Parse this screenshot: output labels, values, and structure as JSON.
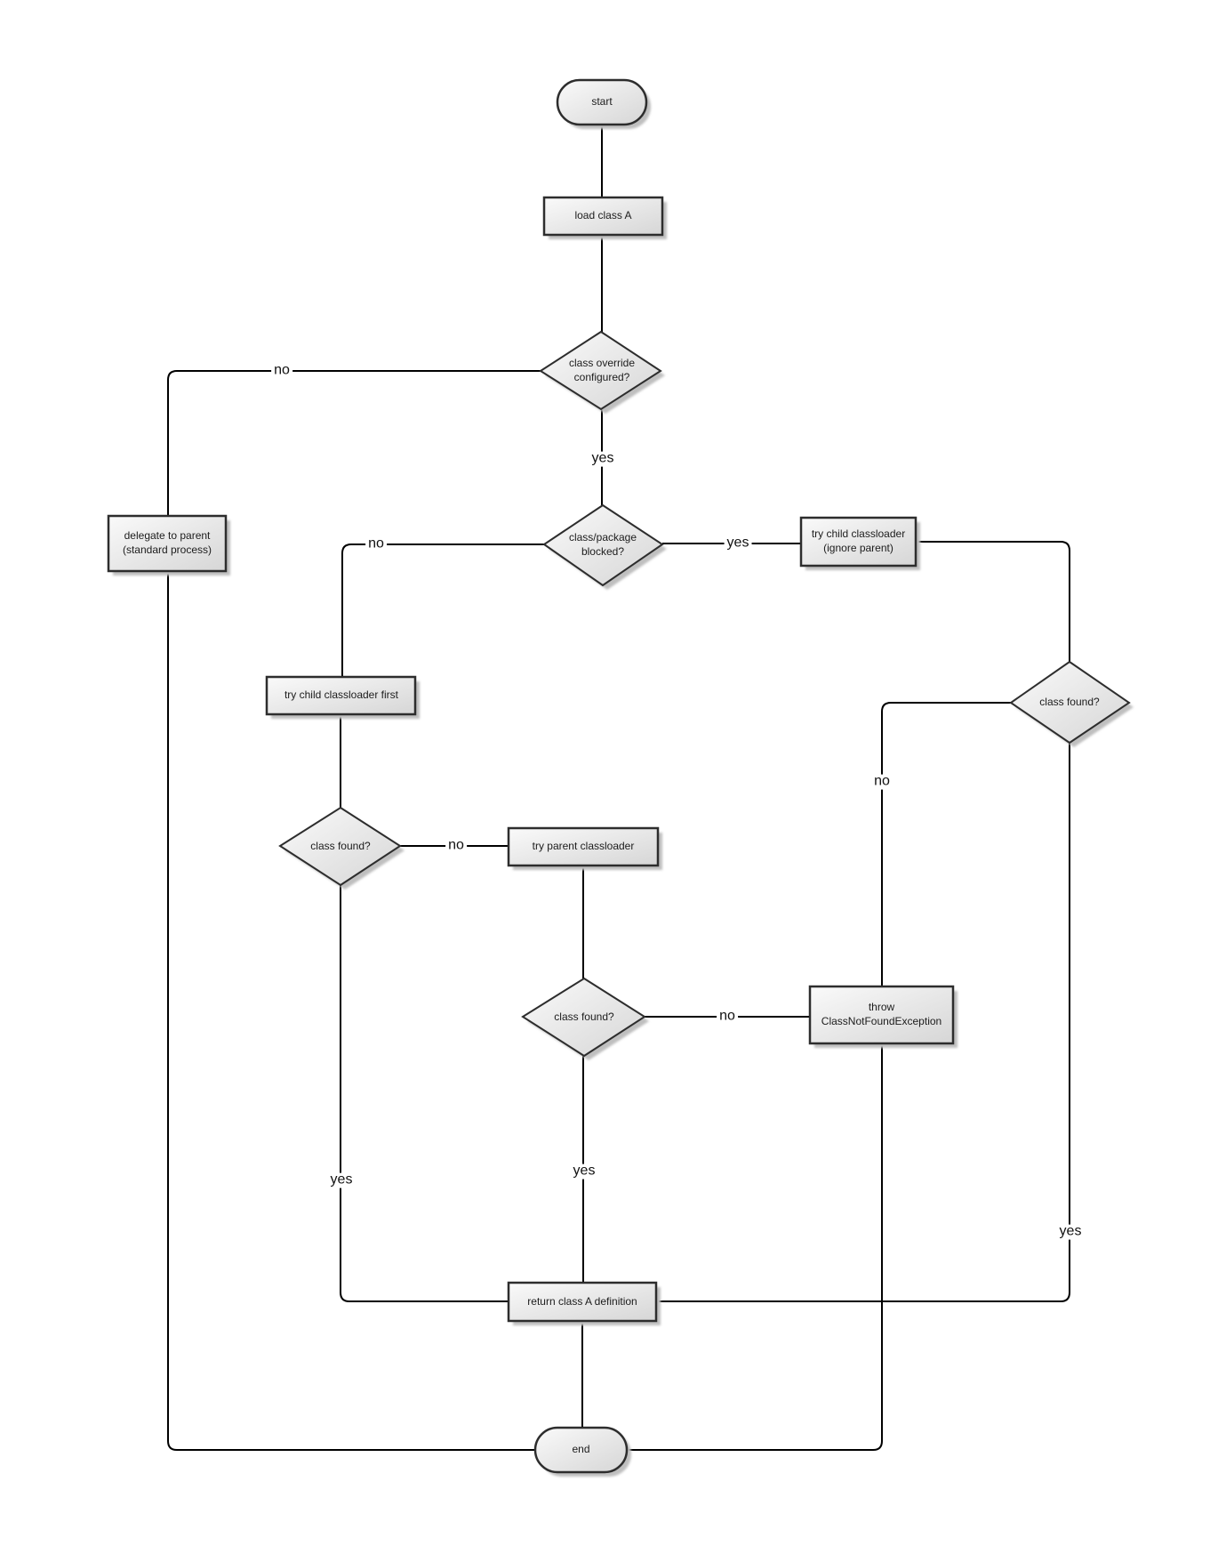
{
  "flowchart": {
    "nodes": {
      "start": "start",
      "load_class_a": "load class A",
      "class_override": "class override configured?",
      "delegate_parent": "delegate to parent (standard process)",
      "class_package_blocked": "class/package blocked?",
      "try_child_ignore": "try child classloader (ignore parent)",
      "try_child_first": "try child classloader first",
      "class_found_left": "class found?",
      "try_parent": "try parent classloader",
      "class_found_right": "class found?",
      "class_found_mid": "class found?",
      "throw_cnfe": "throw ClassNotFoundException",
      "return_def": "return class A definition",
      "end": "end"
    },
    "labels": {
      "override_no": "no",
      "override_yes": "yes",
      "blocked_no": "no",
      "blocked_yes": "yes",
      "right_found_no": "no",
      "right_found_yes": "yes",
      "left_found_no": "no",
      "left_found_yes": "yes",
      "mid_found_no": "no",
      "mid_found_yes": "yes"
    },
    "colors": {
      "background": "#ffffff",
      "node_fill_light": "#fafafa",
      "node_fill_dark": "#d6d6d6",
      "node_border": "#2d2d2d",
      "edge_line": "#000000",
      "shadow": "#bfbfbf",
      "text": "#1c1c1c"
    }
  }
}
